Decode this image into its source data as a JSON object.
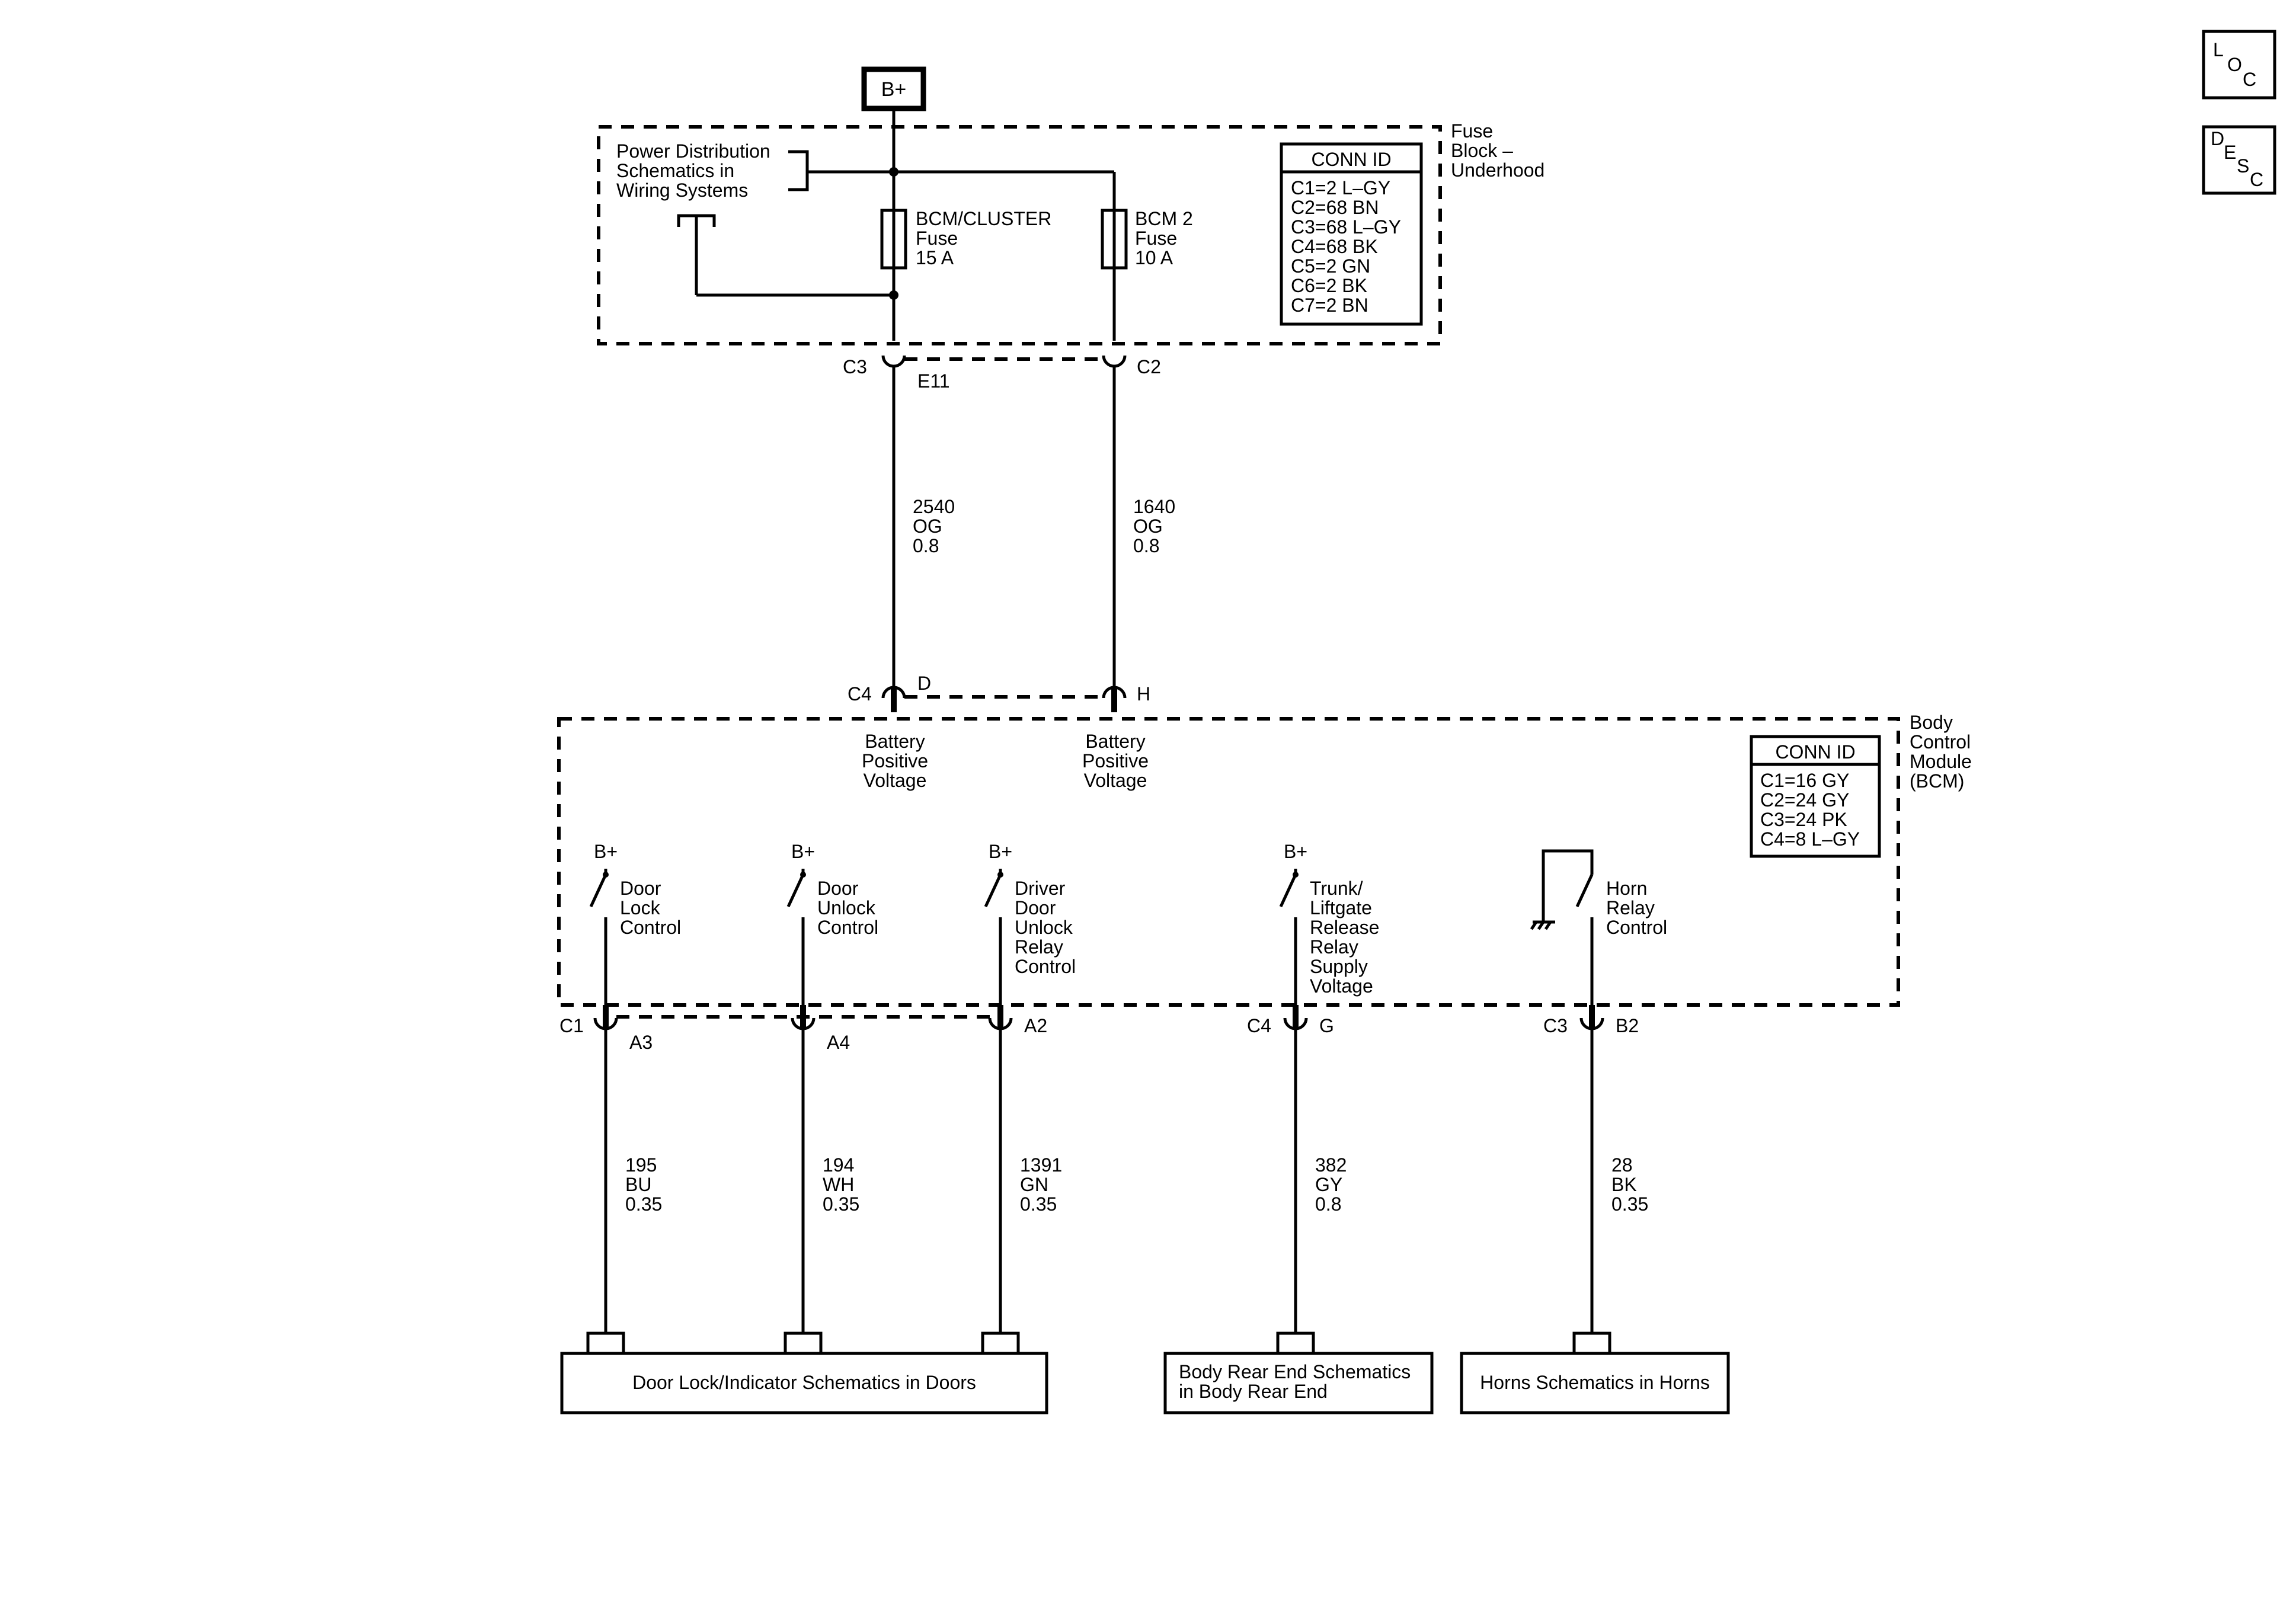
{
  "power_source": "B+",
  "nav_buttons": [
    {
      "l1": "L",
      "l2": "O",
      "l3": "C"
    },
    {
      "l1": "D",
      "l2": "E",
      "l3": "S",
      "l4": "C"
    }
  ],
  "fuse_block": {
    "name_lines": [
      "Fuse",
      "Block –",
      "Underhood"
    ],
    "power_dist_lines": [
      "Power Distribution",
      "Schematics in",
      "Wiring Systems"
    ],
    "conn_id_title": "CONN ID",
    "conn_ids": [
      "C1=2 L–GY",
      "C2=68 BN",
      "C3=68 L–GY",
      "C4=68 BK",
      "C5=2 GN",
      "C6=2 BK",
      "C7=2 BN"
    ],
    "fuses": [
      {
        "lines": [
          "BCM/CLUSTER",
          "Fuse",
          "15 A"
        ]
      },
      {
        "lines": [
          "BCM 2",
          "Fuse",
          "10 A"
        ]
      }
    ],
    "connectors": [
      {
        "conn": "C3",
        "pin": "E11"
      },
      {
        "conn": "C2",
        "pin": ""
      }
    ]
  },
  "upper_wires": [
    {
      "circuit": "2540",
      "color": "OG",
      "gauge": "0.8"
    },
    {
      "circuit": "1640",
      "color": "OG",
      "gauge": "0.8"
    }
  ],
  "bcm": {
    "name_lines": [
      "Body",
      "Control",
      "Module",
      "(BCM)"
    ],
    "conn_id_title": "CONN ID",
    "conn_ids": [
      "C1=16 GY",
      "C2=24 GY",
      "C3=24 PK",
      "C4=8 L–GY"
    ],
    "inputs": [
      {
        "conn": "C4",
        "pin": "D",
        "lines": [
          "Battery",
          "Positive",
          "Voltage"
        ]
      },
      {
        "conn": "",
        "pin": "H",
        "lines": [
          "Battery",
          "Positive",
          "Voltage"
        ]
      }
    ],
    "outputs": [
      {
        "supply": "B+",
        "lines": [
          "Door",
          "Lock",
          "Control"
        ],
        "conn": "C1",
        "pin": "A3"
      },
      {
        "supply": "B+",
        "lines": [
          "Door",
          "Unlock",
          "Control"
        ],
        "conn": "",
        "pin": "A4"
      },
      {
        "supply": "B+",
        "lines": [
          "Driver",
          "Door",
          "Unlock",
          "Relay",
          "Control"
        ],
        "conn": "",
        "pin": "A2"
      },
      {
        "supply": "B+",
        "lines": [
          "Trunk/",
          "Liftgate",
          "Release",
          "Relay",
          "Supply",
          "Voltage"
        ],
        "conn": "C4",
        "pin": "G"
      },
      {
        "supply": "",
        "lines": [
          "Horn",
          "Relay",
          "Control"
        ],
        "conn": "C3",
        "pin": "B2"
      }
    ]
  },
  "lower_wires": [
    {
      "circuit": "195",
      "color": "BU",
      "gauge": "0.35"
    },
    {
      "circuit": "194",
      "color": "WH",
      "gauge": "0.35"
    },
    {
      "circuit": "1391",
      "color": "GN",
      "gauge": "0.35"
    },
    {
      "circuit": "382",
      "color": "GY",
      "gauge": "0.8"
    },
    {
      "circuit": "28",
      "color": "BK",
      "gauge": "0.35"
    }
  ],
  "destinations": [
    {
      "lines": [
        "Door Lock/Indicator Schematics in Doors"
      ]
    },
    {
      "lines": [
        "Body Rear End Schematics",
        "in Body Rear End"
      ]
    },
    {
      "lines": [
        "Horns Schematics in Horns"
      ]
    }
  ]
}
